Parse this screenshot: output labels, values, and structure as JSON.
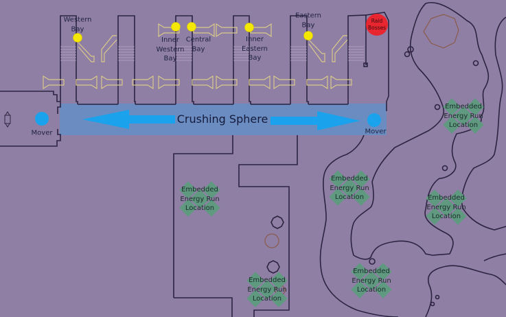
{
  "map": {
    "title": "Crushing Sphere map",
    "background_color": "#907fa4",
    "wall_color": "#2b2340",
    "bridge_color": "#d9c98a",
    "sphere_zone_color": "#6a8cc0",
    "arrow_color": "#1aa3ec",
    "bay_marker_color": "#f5e800",
    "raid_marker_color": "#e8262f",
    "energy_marker_color": "#5f9a80"
  },
  "sphere": {
    "label": "Crushing Sphere",
    "direction": "bidirectional"
  },
  "movers": [
    {
      "label": "Mover"
    },
    {
      "label": "Mover"
    }
  ],
  "bays": [
    {
      "label": "Western Bay"
    },
    {
      "label": "Inner Western Bay"
    },
    {
      "label": "Central Bay"
    },
    {
      "label": "Inner Eastern Bay"
    },
    {
      "label": "Eastern Bay"
    }
  ],
  "raid": {
    "label": "Raid Bosses"
  },
  "energy_runs": [
    {
      "label": "Embedded Energy Run Location"
    },
    {
      "label": "Embedded Energy Run Location"
    },
    {
      "label": "Embedded Energy Run Location"
    },
    {
      "label": "Embedded Energy Run Location"
    },
    {
      "label": "Embedded Energy Run Location"
    },
    {
      "label": "Embedded Energy Run Location"
    }
  ],
  "label_lines": {
    "western_bay": [
      "Western",
      "Bay"
    ],
    "inner_western_bay": [
      "Inner",
      "Western",
      "Bay"
    ],
    "central_bay": [
      "Central",
      "Bay"
    ],
    "inner_eastern_bay": [
      "Inner",
      "Eastern",
      "Bay"
    ],
    "eastern_bay": [
      "Eastern",
      "Bay"
    ],
    "raid": [
      "Raid",
      "Bosses"
    ],
    "energy": [
      "Embedded",
      "Energy Run",
      "Location"
    ]
  }
}
